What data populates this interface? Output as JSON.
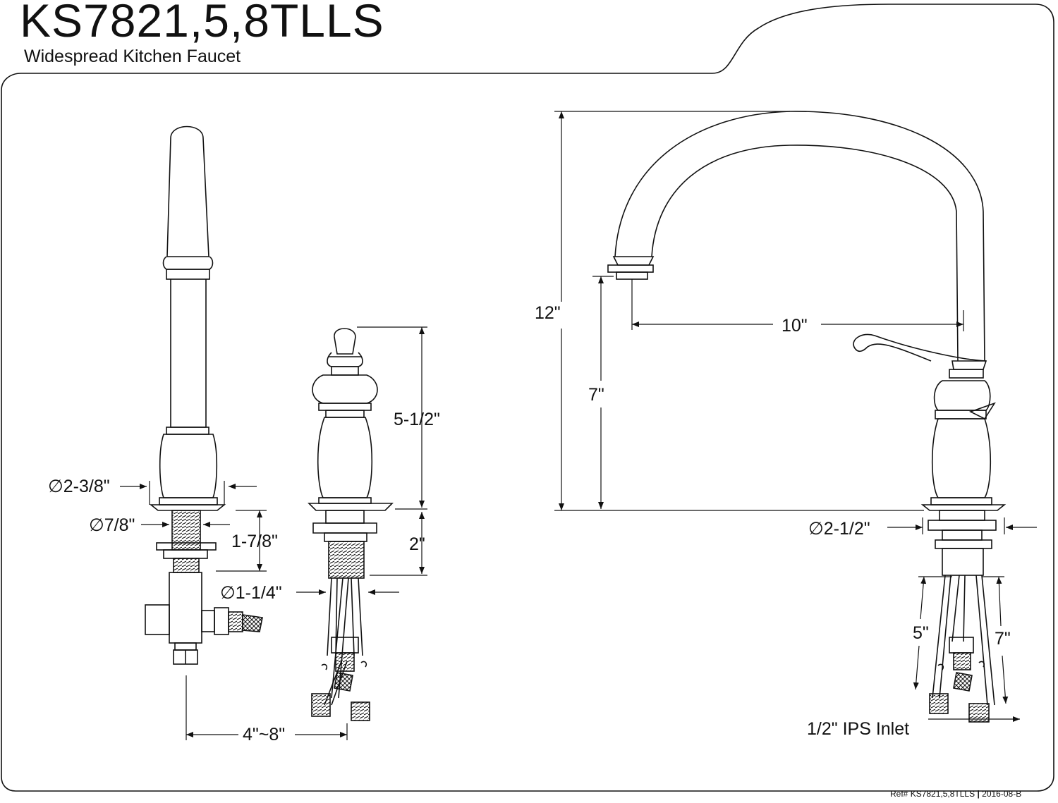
{
  "header": {
    "title": "KS7821,5,8TLLS",
    "subtitle": "Widespread Kitchen Faucet"
  },
  "dimensions": {
    "handle_base_diameter": "2-3/8\"",
    "handle_shank_diameter": "7/8\"",
    "handle_shank_length": "1-7/8\"",
    "handle_height": "5-1/2\"",
    "handle_thread_length": "2\"",
    "handle_thread_diameter": "1-1/4\"",
    "spread": "4\"~8\"",
    "spout_overall_height": "12\"",
    "spout_reach": "10\"",
    "spout_outlet_height": "7\"",
    "spout_base_diameter": "2-1/2\"",
    "supply_line_short": "5\"",
    "supply_line_long": "7\"",
    "inlet": "1/2\" IPS Inlet"
  },
  "footer": {
    "ref_prefix": "Ref#",
    "ref_model": "KS7821,5,8TLLS",
    "separator": "|",
    "revision": "2016-08-B"
  },
  "colors": {
    "line": "#111111",
    "background": "#ffffff"
  }
}
